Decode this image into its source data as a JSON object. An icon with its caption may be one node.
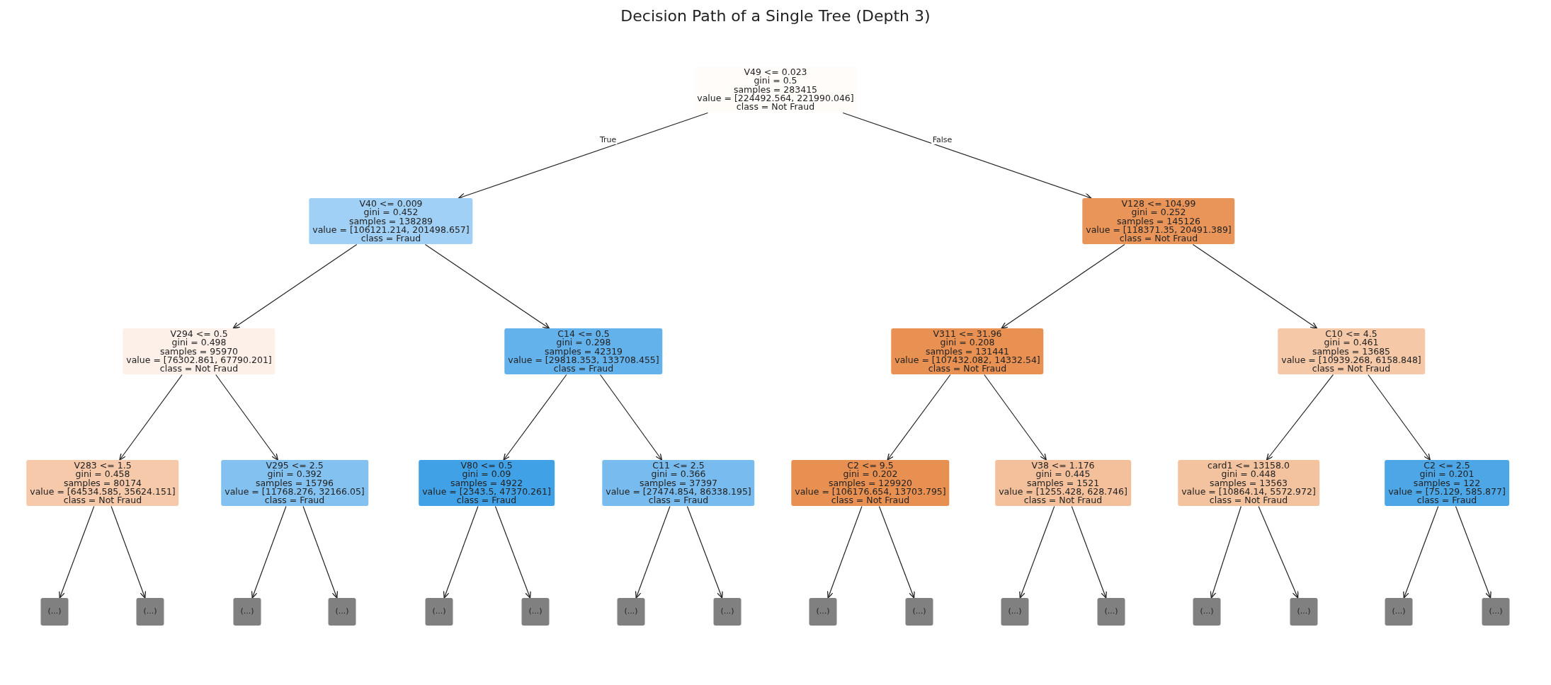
{
  "diagram": {
    "title": "Decision Path of a Single Tree (Depth 3)",
    "nodes": [
      {
        "text": [
          "V49 <= 0.023",
          "gini = 0.5",
          "samples = 283415",
          "value = [224492.564, 221990.046]",
          "class = Not Fraud"
        ]
      },
      {
        "text": [
          "V40 <= 0.009",
          "gini = 0.452",
          "samples = 138289",
          "value = [106121.214, 201498.657]",
          "class = Fraud"
        ]
      },
      {
        "text": [
          "V128 <= 104.99",
          "gini = 0.252",
          "samples = 145126",
          "value = [118371.35, 20491.389]",
          "class = Not Fraud"
        ]
      },
      {
        "text": [
          "V294 <= 0.5",
          "gini = 0.498",
          "samples = 95970",
          "value = [76302.861, 67790.201]",
          "class = Not Fraud"
        ]
      },
      {
        "text": [
          "C14 <= 0.5",
          "gini = 0.298",
          "samples = 42319",
          "value = [29818.353, 133708.455]",
          "class = Fraud"
        ]
      },
      {
        "text": [
          "V311 <= 31.96",
          "gini = 0.208",
          "samples = 131441",
          "value = [107432.082, 14332.54]",
          "class = Not Fraud"
        ]
      },
      {
        "text": [
          "C10 <= 4.5",
          "gini = 0.461",
          "samples = 13685",
          "value = [10939.268, 6158.848]",
          "class = Not Fraud"
        ]
      },
      {
        "text": [
          "V283 <= 1.5",
          "gini = 0.458",
          "samples = 80174",
          "value = [64534.585, 35624.151]",
          "class = Not Fraud"
        ]
      },
      {
        "text": [
          "V295 <= 2.5",
          "gini = 0.392",
          "samples = 15796",
          "value = [11768.276, 32166.05]",
          "class = Fraud"
        ]
      },
      {
        "text": [
          "V80 <= 0.5",
          "gini = 0.09",
          "samples = 4922",
          "value = [2343.5, 47370.261]",
          "class = Fraud"
        ]
      },
      {
        "text": [
          "C11 <= 2.5",
          "gini = 0.366",
          "samples = 37397",
          "value = [27474.854, 86338.195]",
          "class = Fraud"
        ]
      },
      {
        "text": [
          "C2 <= 9.5",
          "gini = 0.202",
          "samples = 129920",
          "value = [106176.654, 13703.795]",
          "class = Not Fraud"
        ]
      },
      {
        "text": [
          "V38 <= 1.176",
          "gini = 0.445",
          "samples = 1521",
          "value = [1255.428, 628.746]",
          "class = Not Fraud"
        ]
      },
      {
        "text": [
          "card1 <= 13158.0",
          "gini = 0.448",
          "samples = 13563",
          "value = [10864.14, 5572.972]",
          "class = Not Fraud"
        ]
      },
      {
        "text": [
          "C2 <= 2.5",
          "gini = 0.201",
          "samples = 122",
          "value = [75.129, 585.877]",
          "class = Fraud"
        ]
      },
      {
        "text": [
          "(...)"
        ]
      },
      {
        "text": [
          "(...)"
        ]
      },
      {
        "text": [
          "(...)"
        ]
      },
      {
        "text": [
          "(...)"
        ]
      },
      {
        "text": [
          "(...)"
        ]
      },
      {
        "text": [
          "(...)"
        ]
      },
      {
        "text": [
          "(...)"
        ]
      },
      {
        "text": [
          "(...)"
        ]
      },
      {
        "text": [
          "(...)"
        ]
      },
      {
        "text": [
          "(...)"
        ]
      },
      {
        "text": [
          "(...)"
        ]
      },
      {
        "text": [
          "(...)"
        ]
      },
      {
        "text": [
          "(...)"
        ]
      },
      {
        "text": [
          "(...)"
        ]
      },
      {
        "text": [
          "(...)"
        ]
      },
      {
        "text": [
          "(...)"
        ]
      }
    ],
    "edges": [
      {
        "from": 0,
        "to": 1,
        "arrow": "to",
        "label": "True"
      },
      {
        "from": 0,
        "to": 2,
        "arrow": "to",
        "label": "False"
      },
      {
        "from": 1,
        "to": 3,
        "arrow": "to"
      },
      {
        "from": 1,
        "to": 4,
        "arrow": "to"
      },
      {
        "from": 2,
        "to": 5,
        "arrow": "to"
      },
      {
        "from": 2,
        "to": 6,
        "arrow": "to"
      },
      {
        "from": 3,
        "to": 7,
        "arrow": "to"
      },
      {
        "from": 3,
        "to": 8,
        "arrow": "to"
      },
      {
        "from": 4,
        "to": 9,
        "arrow": "to"
      },
      {
        "from": 4,
        "to": 10,
        "arrow": "to"
      },
      {
        "from": 5,
        "to": 11,
        "arrow": "to"
      },
      {
        "from": 5,
        "to": 12,
        "arrow": "to"
      },
      {
        "from": 6,
        "to": 13,
        "arrow": "to"
      },
      {
        "from": 6,
        "to": 14,
        "arrow": "to"
      },
      {
        "from": 7,
        "to": 15,
        "arrow": "to"
      },
      {
        "from": 7,
        "to": 16,
        "arrow": "to"
      },
      {
        "from": 8,
        "to": 17,
        "arrow": "to"
      },
      {
        "from": 8,
        "to": 18,
        "arrow": "to"
      },
      {
        "from": 9,
        "to": 19,
        "arrow": "to"
      },
      {
        "from": 9,
        "to": 20,
        "arrow": "to"
      },
      {
        "from": 10,
        "to": 21,
        "arrow": "to"
      },
      {
        "from": 10,
        "to": 22,
        "arrow": "to"
      },
      {
        "from": 11,
        "to": 23,
        "arrow": "to"
      },
      {
        "from": 11,
        "to": 24,
        "arrow": "to"
      },
      {
        "from": 12,
        "to": 25,
        "arrow": "to"
      },
      {
        "from": 12,
        "to": 26,
        "arrow": "to"
      },
      {
        "from": 13,
        "to": 27,
        "arrow": "to"
      },
      {
        "from": 13,
        "to": 28,
        "arrow": "to"
      },
      {
        "from": 14,
        "to": 29,
        "arrow": "to"
      },
      {
        "from": 14,
        "to": 30,
        "arrow": "to"
      }
    ]
  }
}
